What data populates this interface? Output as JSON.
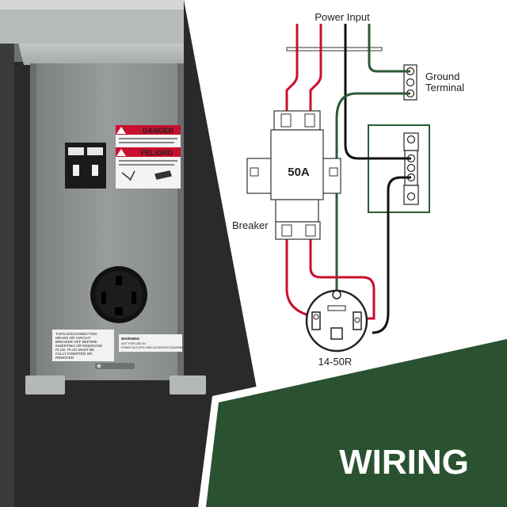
{
  "labels": {
    "power_input": "Power Input",
    "ground_line1": "Ground",
    "ground_line2": "Terminal",
    "breaker_rating": "50A",
    "breaker": "Breaker",
    "receptacle": "14-50R",
    "banner": "WIRING"
  },
  "panel_labels": {
    "danger": "DANGER",
    "peligro": "PELIGRO",
    "disconnect": [
      "TURN DISCONNECTING",
      "MEANS OR CIRCUIT",
      "BREAKER OFF BEFORE",
      "INSERTING OR REMOVING",
      "PLUG. PLUG MUST BE",
      "FULLY INSERTED OR",
      "REMOVED"
    ],
    "warning_title": "WARNING",
    "warning_l1": "NOT FOR USE IN",
    "warning_l2": "POWER OUTLETS USED AS SERVICE EQUIPMENT"
  },
  "colors": {
    "wire_hot": "#c8102e",
    "wire_neutral": "#111111",
    "wire_ground": "#2d5a35",
    "banner_green": "#2a5230",
    "panel_gray": "#8e9191"
  }
}
